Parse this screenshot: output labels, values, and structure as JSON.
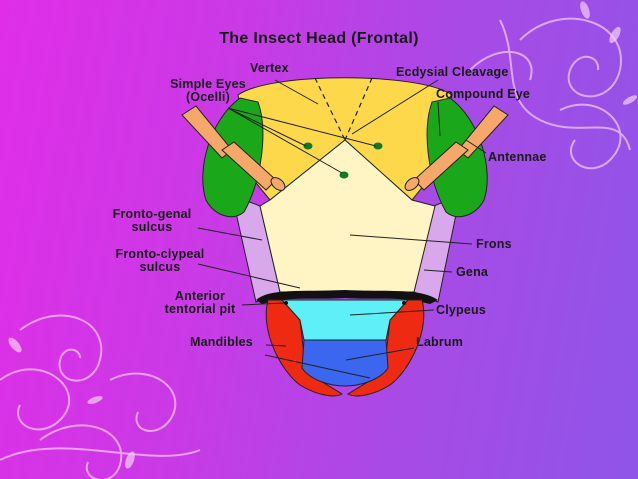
{
  "slide": {
    "title": "The Insect Head (Frontal)",
    "labels": {
      "vertex": "Vertex",
      "ecdysial_cleavage": "Ecdysial Cleavage",
      "simple_eyes_line1": "Simple Eyes",
      "simple_eyes_line2": "(Ocelli)",
      "compound_eye": "Compound Eye",
      "antennae": "Antennae",
      "fronto_genal_line1": "Fronto-genal",
      "fronto_genal_line2": "sulcus",
      "frons": "Frons",
      "fronto_clypeal_line1": "Fronto-clypeal",
      "fronto_clypeal_line2": "sulcus",
      "gena": "Gena",
      "anterior_tentorial_line1": "Anterior",
      "anterior_tentorial_line2": "tentorial pit",
      "clypeus": "Clypeus",
      "mandibles": "Mandibles",
      "labrum": "Labrum"
    },
    "colors": {
      "vertex": "#fcd84a",
      "compound_eye": "#1aa81a",
      "frons": "#fff4c4",
      "gena": "#d9a8ec",
      "clypeus": "#5ef0f8",
      "labrum": "#3a66f0",
      "mandibles": "#ee2a12",
      "antenna": "#f5a86a",
      "ocelli": "#0e7a2a"
    }
  }
}
